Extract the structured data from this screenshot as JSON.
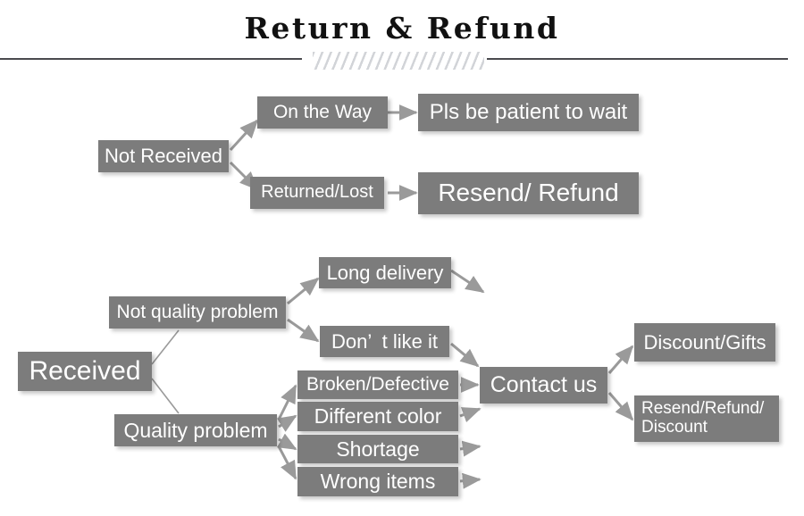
{
  "header": {
    "title": "Return & Refund",
    "divider_icon": "diagonal-hatch-ornament"
  },
  "colors": {
    "node_fill": "#7c7c7c",
    "node_text": "#ffffff",
    "connector": "#9a9a9a",
    "divider": "#4a4a4e",
    "hatch": "#d2d4d8",
    "background": "#ffffff",
    "title_text": "#111111"
  },
  "diagram": {
    "type": "flowchart",
    "branches": [
      {
        "id": "not-received",
        "root": "Not Received",
        "steps": [
          {
            "label": "On the Way",
            "result": "Pls be patient to wait"
          },
          {
            "label": "Returned/Lost",
            "result": "Resend/ Refund"
          }
        ]
      },
      {
        "id": "received",
        "root": "Received",
        "categories": [
          {
            "label": "Not quality problem",
            "issues": [
              "Long delivery",
              "Don’  t like it"
            ]
          },
          {
            "label": "Quality problem",
            "issues": [
              "Broken/Defective",
              "Different color",
              "Shortage",
              "Wrong items"
            ]
          }
        ],
        "action": "Contact us",
        "outcomes": [
          "Discount/Gifts",
          "Resend/Refund/\nDiscount"
        ]
      }
    ]
  },
  "nodes": {
    "not_received": "Not Received",
    "on_the_way": "On the Way",
    "pls_be_patient": "Pls be patient to wait",
    "returned_lost": "Returned/Lost",
    "resend_refund": "Resend/ Refund",
    "received": "Received",
    "not_quality_problem": "Not quality problem",
    "quality_problem": "Quality problem",
    "long_delivery": "Long delivery",
    "dont_like_it": "Don’  t like it",
    "broken_defective": "Broken/Defective",
    "different_color": "Different color",
    "shortage": "Shortage",
    "wrong_items": "Wrong items",
    "contact_us": "Contact us",
    "discount_gifts": "Discount/Gifts",
    "resend_refund_discount": "Resend/Refund/\nDiscount"
  }
}
